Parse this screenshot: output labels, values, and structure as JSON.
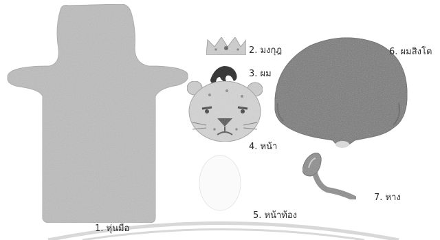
{
  "labels": {
    "puppet": "1. หุ่นมือ",
    "crown": "2. มงกุฎ",
    "hair": "3. ผม",
    "face": "4. หน้า",
    "belly": "5. หน้าท้อง",
    "mane": "6. ผมสิงโต",
    "tail": "7. หาง"
  },
  "colors": {
    "puppet_fill": "#bdbdbd",
    "mane_fill": "#777777",
    "face_fill": "#d6d6d6",
    "hair_fill": "#3a3a3a",
    "tail_fill": "#8a8a8a",
    "crown_fill": "#cfcfcf",
    "arc": "#d8d8d8"
  }
}
